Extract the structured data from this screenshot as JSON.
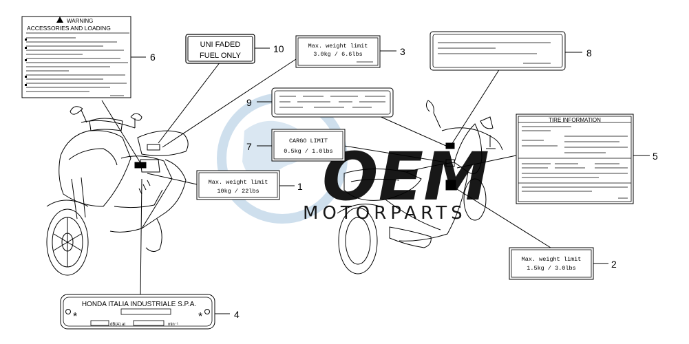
{
  "watermark": {
    "brand": "OEM",
    "subtitle": "MOTORPARTS",
    "color": "#c9dcec"
  },
  "labels": {
    "warning": {
      "title": "WARNING",
      "subtitle": "ACCESSORIES AND LOADING",
      "callout": "6"
    },
    "fuel": {
      "line1": "UNI FADED",
      "line2": "FUEL  ONLY",
      "callout": "10"
    },
    "weight_3": {
      "line1": "Max.  weight  limit",
      "line2": "3.0kg  / 6.6lbs",
      "callout": "3"
    },
    "blank_8": {
      "callout": "8"
    },
    "blank_9": {
      "callout": "9"
    },
    "cargo": {
      "line1": "CARGO  LIMIT",
      "line2": "0.5kg  /  1.0lbs",
      "callout": "7"
    },
    "tire": {
      "title": "TIRE INFORMATION",
      "callout": "5"
    },
    "weight_1": {
      "line1": "Max.  weight  limit",
      "line2": "10kg  / 22lbs",
      "callout": "1"
    },
    "weight_2": {
      "line1": "Max.  weight  limit",
      "line2": "1.5kg  / 3.0lbs",
      "callout": "2"
    },
    "plate": {
      "title": "HONDA ITALIA INDUSTRIALE S.P.A.",
      "star": "*",
      "db": "dB(A) at",
      "rpm": "min⁻¹",
      "callout": "4"
    }
  }
}
